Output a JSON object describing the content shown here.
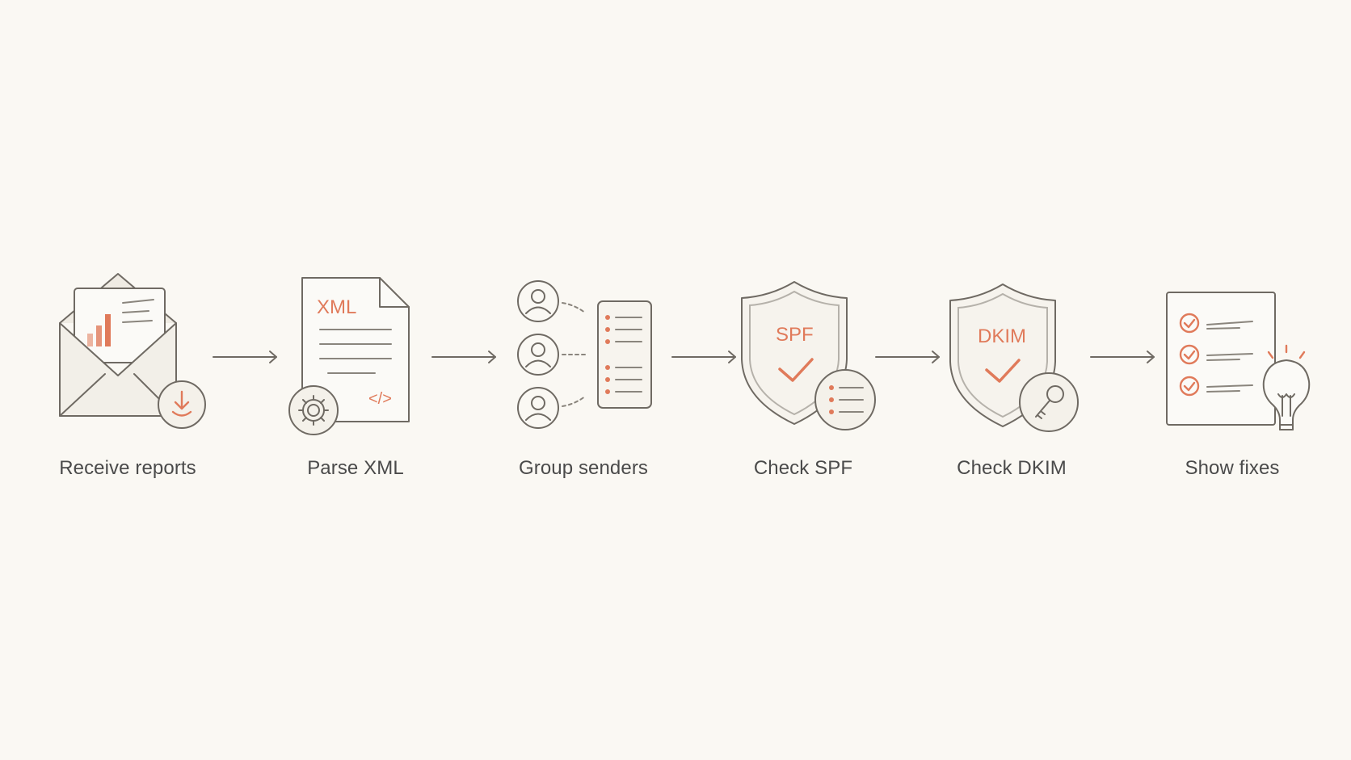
{
  "colors": {
    "background": "#faf8f3",
    "accent": "#e07a5a",
    "stroke": "#6f6a63",
    "label": "#4a4a4a"
  },
  "steps": [
    {
      "label": "Receive reports",
      "icon": "envelope-report-download-icon"
    },
    {
      "label": "Parse XML",
      "icon": "xml-document-gear-icon",
      "icon_text": "XML",
      "code_text": "</>"
    },
    {
      "label": "Group senders",
      "icon": "users-grouped-list-icon"
    },
    {
      "label": "Check SPF",
      "icon": "shield-check-spf-icon",
      "icon_text": "SPF"
    },
    {
      "label": "Check DKIM",
      "icon": "shield-check-key-icon",
      "icon_text": "DKIM"
    },
    {
      "label": "Show fixes",
      "icon": "checklist-lightbulb-icon"
    }
  ],
  "connectors": [
    "arrow-right-icon",
    "arrow-right-icon",
    "arrow-right-icon",
    "arrow-right-icon",
    "arrow-right-icon"
  ]
}
